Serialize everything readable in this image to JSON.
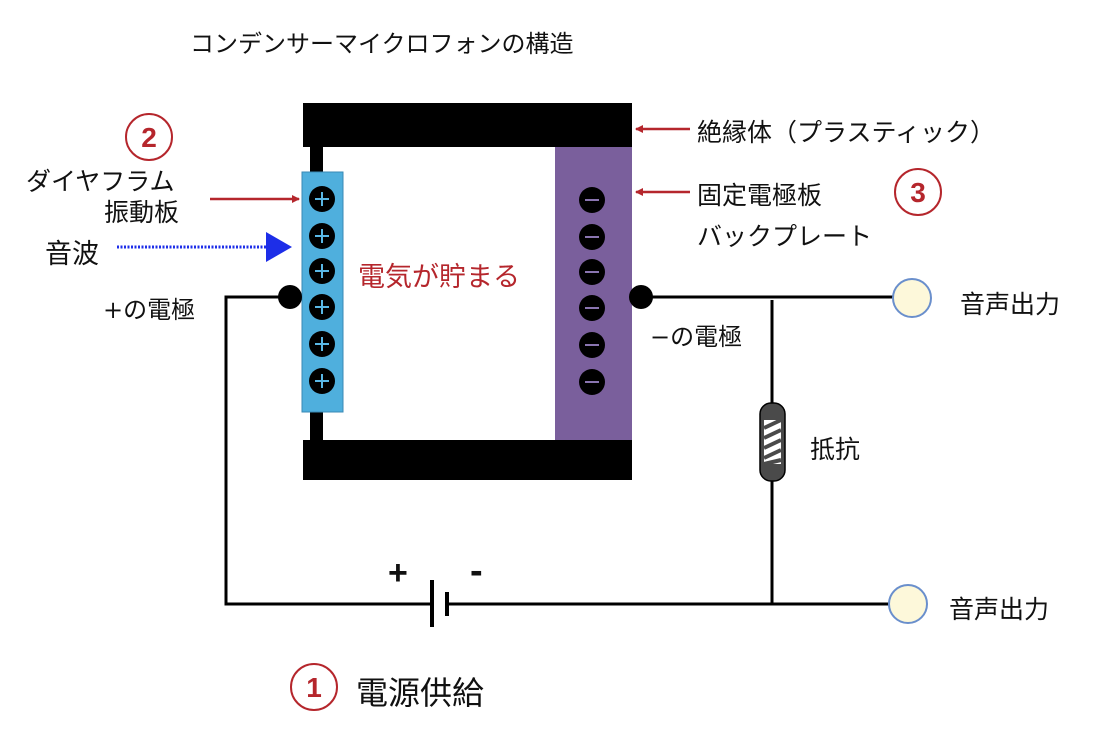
{
  "title": "コンデンサーマイクロフォンの構造",
  "labels": {
    "insulator": "絶縁体（プラスティック）",
    "backplate_line1": "固定電極板",
    "backplate_line2": "バックプレート",
    "diaphragm_line1": "ダイヤフラム",
    "diaphragm_line2": "振動板",
    "sound_wave": "音波",
    "plus_electrode": "+の電極",
    "minus_electrode": "−の電極",
    "charge_stored": "電気が貯まる",
    "resistor": "抵抗",
    "output_top": "音声出力",
    "output_bottom": "音声出力",
    "power_supply": "電源供給",
    "battery_plus": "+",
    "battery_minus": "-",
    "num1": "1",
    "num2": "2",
    "num3": "3"
  },
  "colors": {
    "accent_red": "#b5262c",
    "diaphragm_blue": "#4fafdd",
    "backplate_purple": "#7a5f9c",
    "sound_wave_blue": "#1d2ee8",
    "output_fill": "#fdf8da",
    "output_stroke": "#6a8fcc"
  }
}
